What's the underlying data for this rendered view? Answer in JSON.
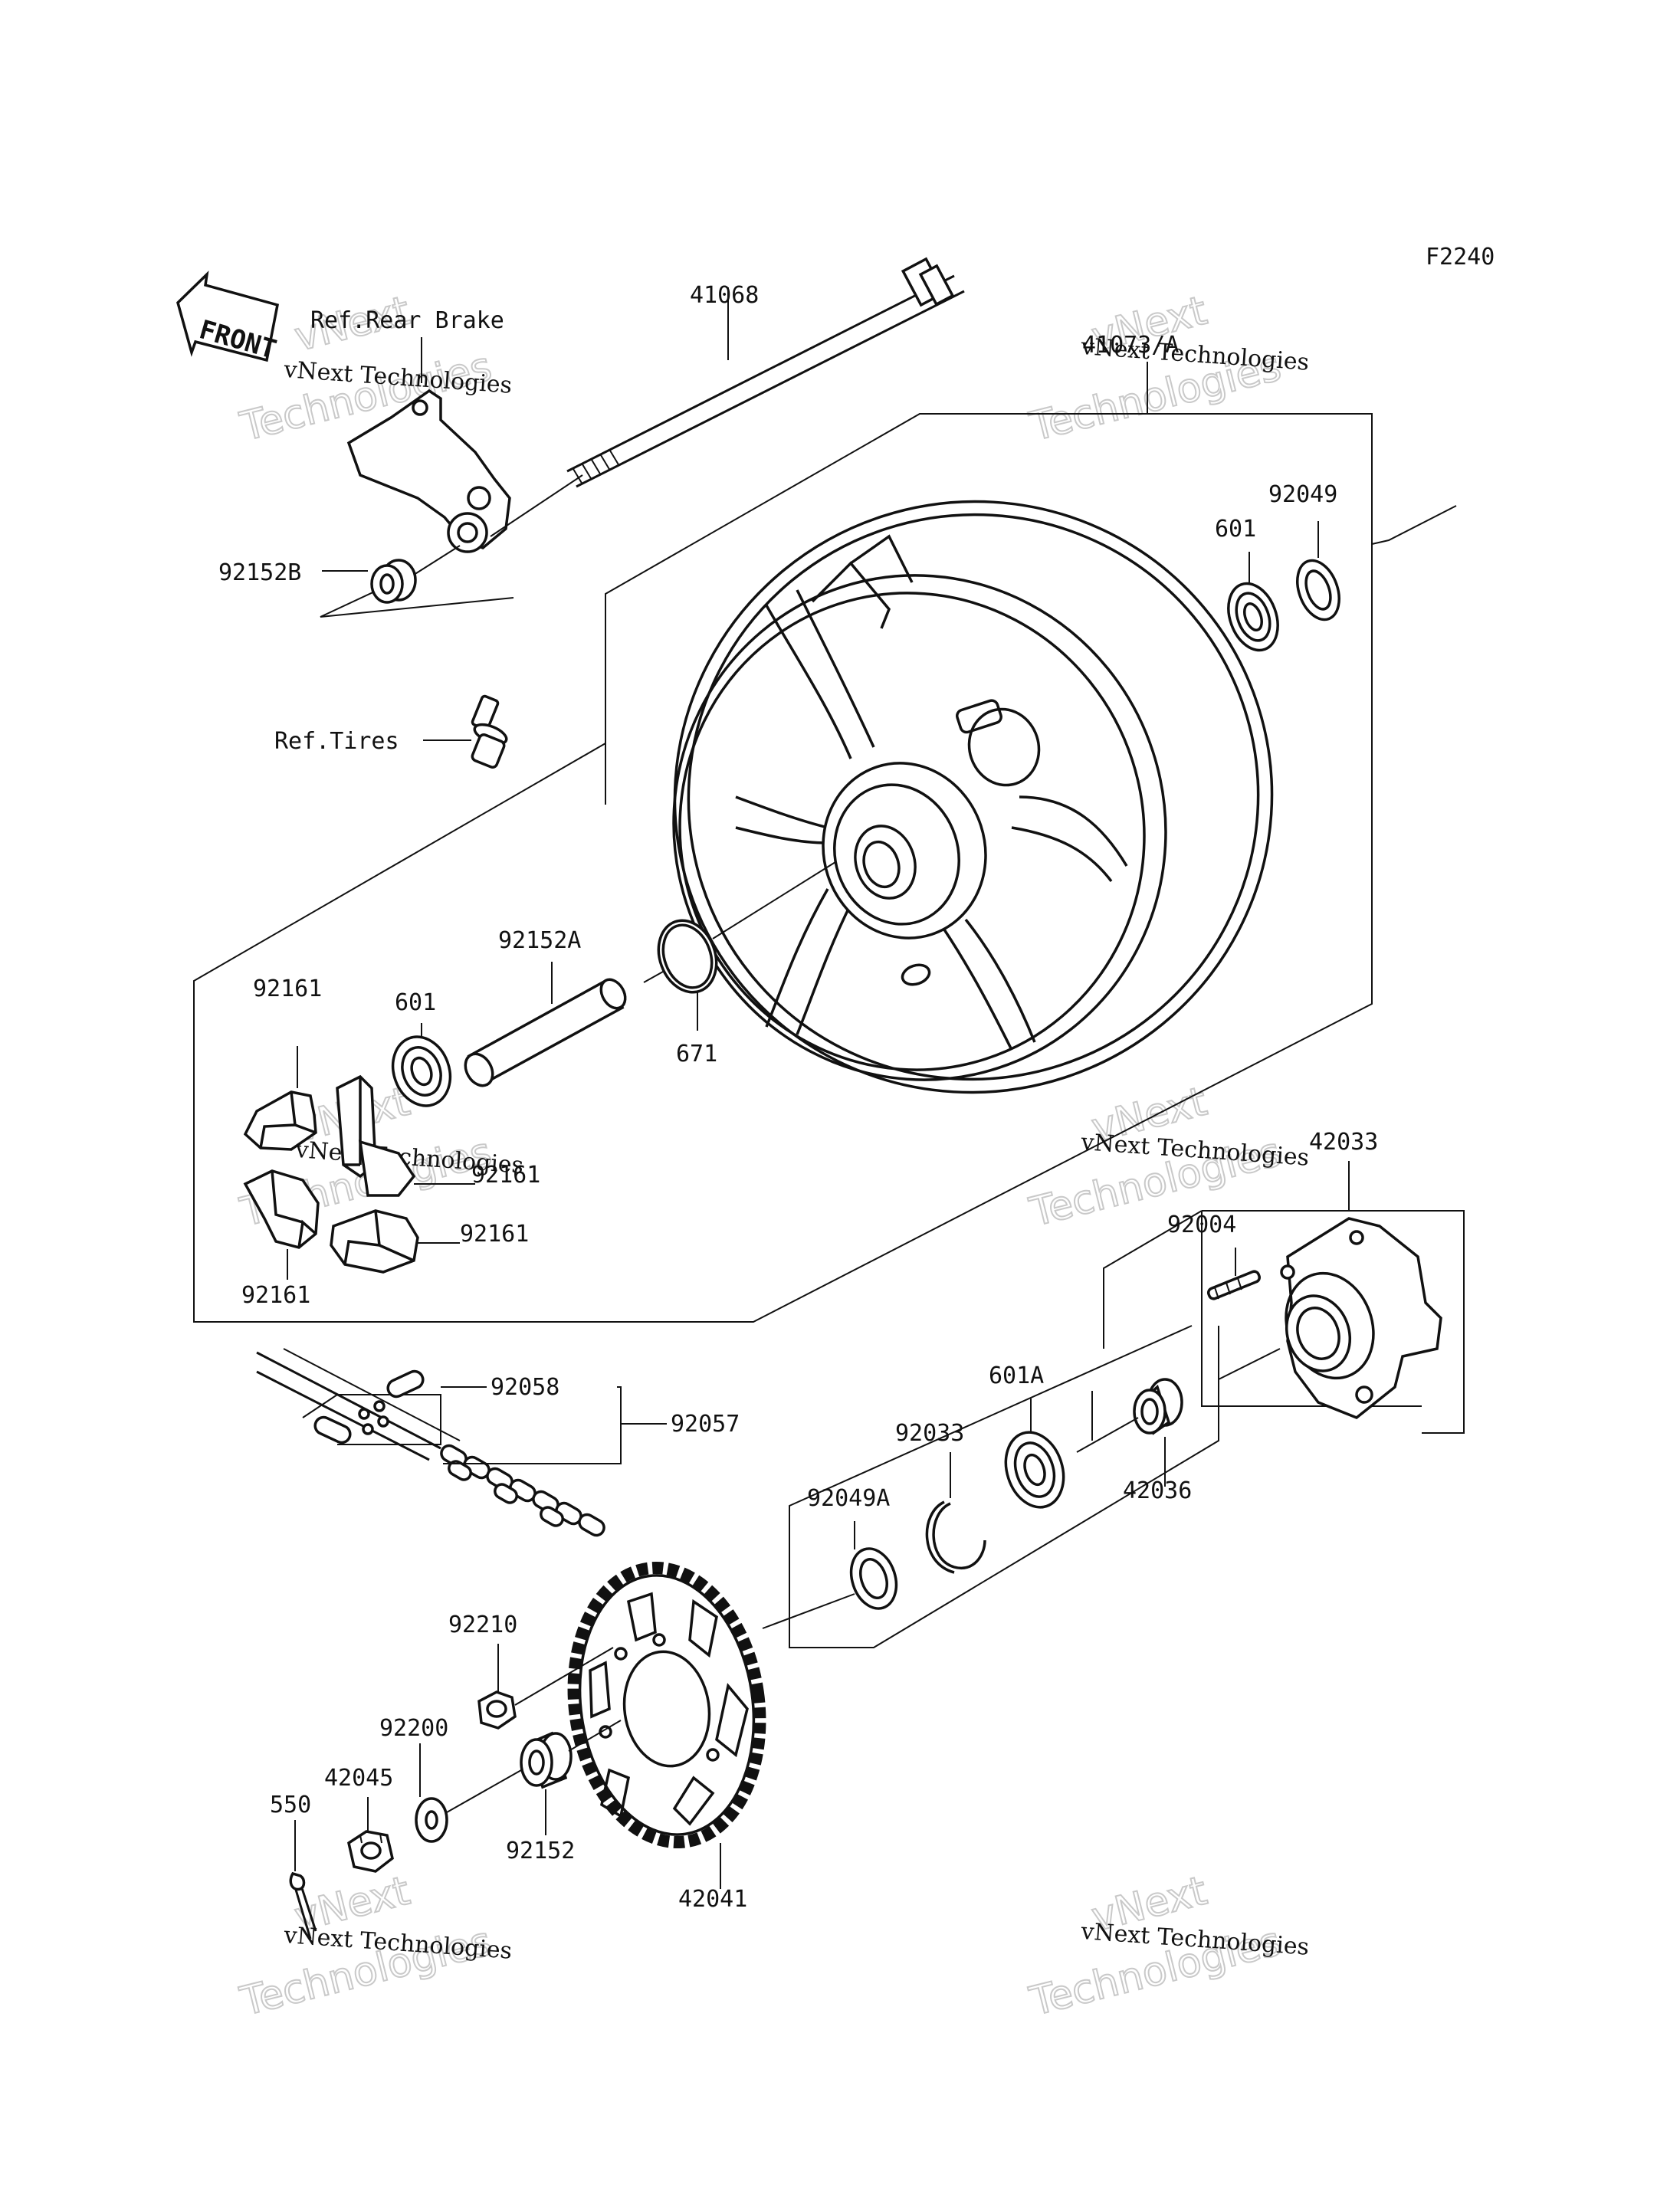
{
  "figure_code": "F2240",
  "front_marker": "FRONT",
  "references": {
    "rear_brake": "Ref.Rear Brake",
    "tires": "Ref.Tires"
  },
  "part_labels": {
    "p41068": "41068",
    "p41073a": "41073/A",
    "p92049": "92049",
    "p601_top": "601",
    "p92152b": "92152B",
    "p92152a": "92152A",
    "p671": "671",
    "p92161_a": "92161",
    "p601_mid": "601",
    "p92161_b": "92161",
    "p92161_c": "92161",
    "p92161_d": "92161",
    "p42033": "42033",
    "p92004": "92004",
    "p92058": "92058",
    "p92057": "92057",
    "p601a": "601A",
    "p92033": "92033",
    "p92049a": "92049A",
    "p42036": "42036",
    "p92210": "92210",
    "p92200": "92200",
    "p42045": "42045",
    "p550": "550",
    "p92152": "92152",
    "p42041": "42041"
  },
  "watermarks": {
    "line1": "vNext Technologies",
    "line2": "vNext",
    "line3": "Technologies"
  }
}
